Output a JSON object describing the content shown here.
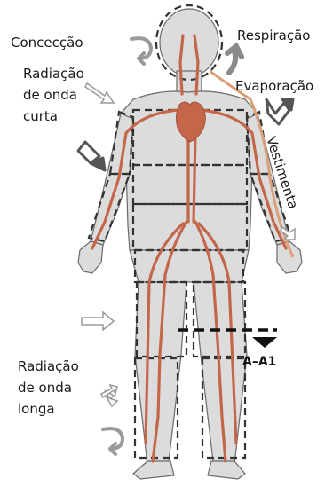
{
  "labels": {
    "convection": "Concecção",
    "radiation_short": [
      "Radiação",
      "de onda",
      "curta"
    ],
    "respiration": "Respiração",
    "evaporation": "Evaporação",
    "clothing": "Vestimenta",
    "radiation_long": [
      "Radiação",
      "de onda",
      "longa"
    ],
    "section": "A–A1"
  },
  "colors": {
    "body_fill": "#dcdcdc",
    "segment_dash": "#333333",
    "vessel": "#c4664a",
    "clothing_line": "#d9a07a",
    "arrow_outline": "#9a9a9a",
    "arrow_dark": "#555555",
    "text": "#1a1a1a"
  },
  "icons": [
    "convection-arrow-icon",
    "short-radiation-arrow-icon",
    "heat-loss-arrow-icon",
    "respiration-arrow-icon",
    "evaporation-arrow-icon",
    "clothing-arrow-icon",
    "long-radiation-arrow-icon",
    "scatter-arrow-icon",
    "convection-lower-arrow-icon",
    "section-marker-icon"
  ]
}
